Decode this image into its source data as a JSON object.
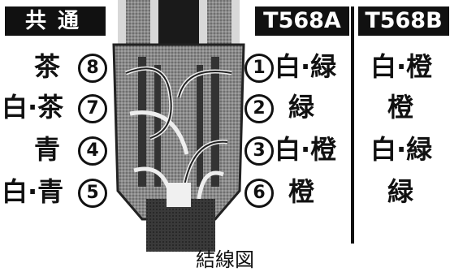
{
  "headers": {
    "common": "共通",
    "t568a": "T568A",
    "t568b": "T568B"
  },
  "rows": [
    {
      "common": "茶",
      "left_pin": "8",
      "right_pin": "1",
      "t568a": "白·緑",
      "t568b": "白·橙"
    },
    {
      "common": "白·茶",
      "left_pin": "7",
      "right_pin": "2",
      "t568a": "緑",
      "t568b": "橙"
    },
    {
      "common": "青",
      "left_pin": "4",
      "right_pin": "3",
      "t568a": "白·橙",
      "t568b": "白·緑"
    },
    {
      "common": "白·青",
      "left_pin": "5",
      "right_pin": "6",
      "t568a": "橙",
      "t568b": "緑"
    }
  ],
  "caption": "結線図"
}
